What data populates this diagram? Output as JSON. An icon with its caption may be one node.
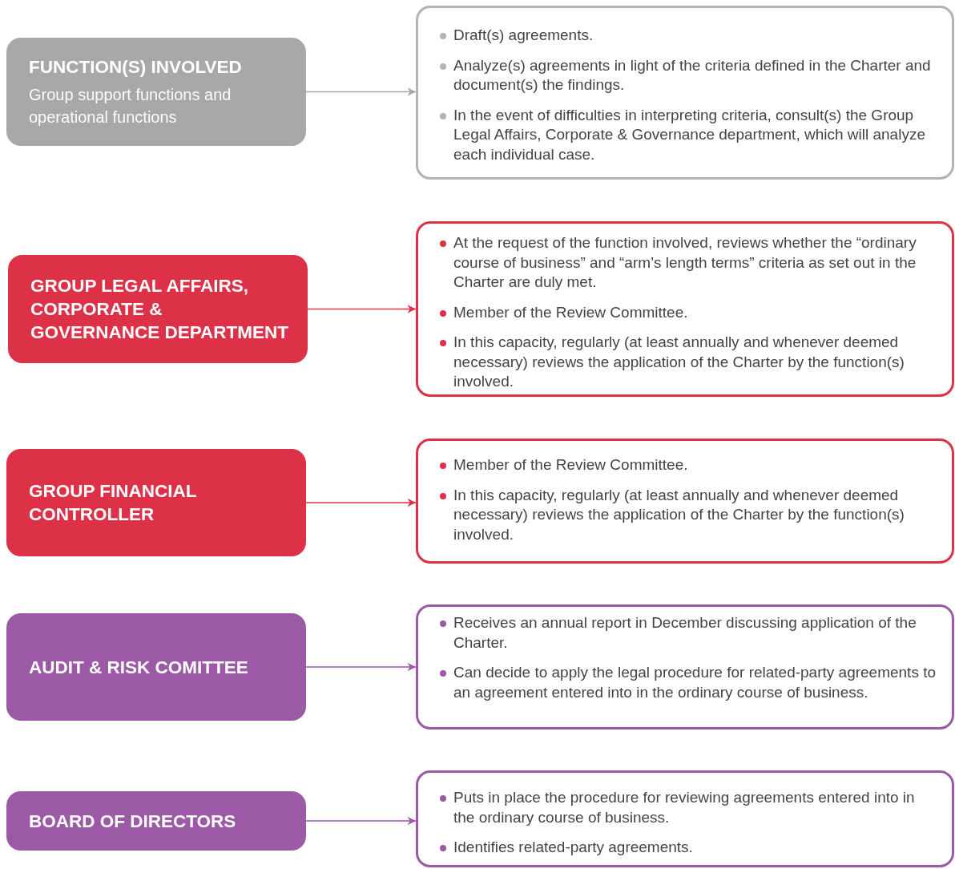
{
  "diagram": {
    "nodes": [
      {
        "text": [
          "FUNCTION(S) INVOLVED",
          "Group support functions and operational functions"
        ]
      },
      {
        "text": [
          "Draft(s) agreements.",
          "Analyze(s) agreements in light of the criteria defined in the Charter and document(s) the findings.",
          "In the event of difficulties in interpreting criteria, consult(s) the Group Legal Affairs, Corporate & Governance department, which will analyze each individual case."
        ]
      },
      {
        "text": [
          "GROUP LEGAL AFFAIRS, CORPORATE & GOVERNANCE DEPARTMENT"
        ]
      },
      {
        "text": [
          "At the request of the function involved, reviews whether the “ordinary course of business” and “arm’s length terms” criteria as set out in the Charter are duly met.",
          "Member of the Review Committee.",
          "In this capacity, regularly (at least annually and whenever deemed necessary) reviews the application of the Charter by the function(s) involved."
        ]
      },
      {
        "text": [
          "GROUP FINANCIAL CONTROLLER"
        ]
      },
      {
        "text": [
          "Member of the Review Committee.",
          "In this capacity, regularly (at least annually and whenever deemed necessary) reviews the application of the Charter by the function(s) involved."
        ]
      },
      {
        "text": [
          "AUDIT & RISK COMITTEE"
        ]
      },
      {
        "text": [
          "Receives an annual report in December discussing application of the Charter.",
          "Can decide to apply the legal procedure for related-party agreements to an agreement entered into in the ordinary course of business."
        ]
      },
      {
        "text": [
          "BOARD OF DIRECTORS"
        ]
      },
      {
        "text": [
          "Puts in place the procedure for reviewing agreements entered into in the ordinary course of business.",
          "Identifies related-party agreements."
        ]
      }
    ],
    "edges": [
      {
        "from": 0,
        "to": 1,
        "arrow": "to",
        "color": "#a7a8aa"
      },
      {
        "from": 2,
        "to": 3,
        "arrow": "to",
        "color": "#dc3147"
      },
      {
        "from": 4,
        "to": 5,
        "arrow": "to",
        "color": "#dc3147"
      },
      {
        "from": 6,
        "to": 7,
        "arrow": "to",
        "color": "#9b59a6"
      },
      {
        "from": 8,
        "to": 9,
        "arrow": "to",
        "color": "#9b59a6"
      }
    ]
  }
}
